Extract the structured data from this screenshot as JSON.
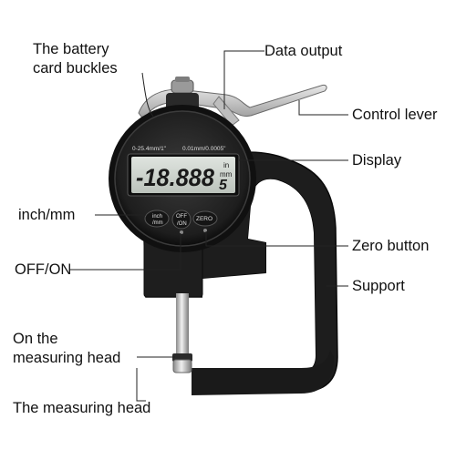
{
  "labels": {
    "battery": "The battery\ncard buckles",
    "data_output": "Data output",
    "control_lever": "Control lever",
    "display": "Display",
    "inch_mm": "inch/mm",
    "zero_button": "Zero button",
    "off_on": "OFF/ON",
    "support": "Support",
    "on_head": "On the\nmeasuring head",
    "measuring_head": "The measuring head"
  },
  "gauge": {
    "range_left": "0-25.4mm/1\"",
    "range_right": "0.01mm/0.0005\"",
    "reading": "-18.888",
    "digit_5": "5",
    "unit_in": "in",
    "unit_mm": "mm",
    "btn_inch": "inch\n/mm",
    "btn_off": "OFF\n/ON",
    "btn_zero": "ZERO"
  },
  "colors": {
    "body": "#1c1c1c",
    "lcd": "#cfd5cf",
    "accent": "#c9c9c9",
    "leader": "#222222"
  }
}
